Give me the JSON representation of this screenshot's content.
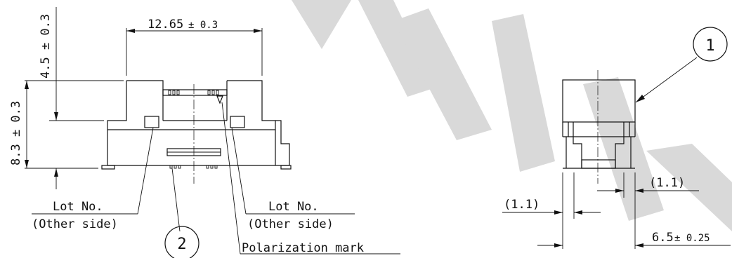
{
  "dimensions": {
    "width_main": "12.65",
    "width_tol": "± 0.3",
    "height_top": "4.5 ± 0.3",
    "height_total": "8.3 ± 0.3",
    "side_left": "(1.1)",
    "side_right": "(1.1)",
    "side_width_main": "6.5",
    "side_width_tol": "± 0.25"
  },
  "labels": {
    "lot_no_left": "Lot No.",
    "lot_other_left": "(Other side)",
    "lot_no_right": "Lot No.",
    "lot_other_right": "(Other side)",
    "polarization": "Polarization mark"
  },
  "callouts": {
    "part1": "1",
    "part2": "2"
  },
  "colors": {
    "line": "#111111",
    "watermark": "#d9d9d9"
  }
}
